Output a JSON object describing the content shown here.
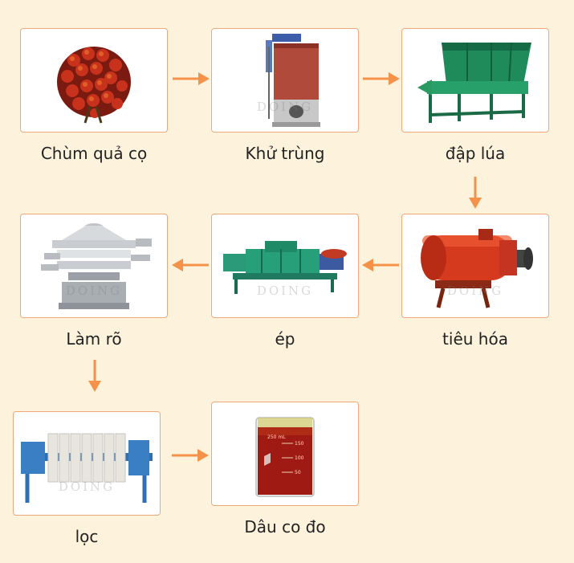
{
  "watermark": "DOING",
  "steps": [
    {
      "id": "palm-fruit-bunch",
      "label": "Chùm quả cọ"
    },
    {
      "id": "sterilizer",
      "label": "Khử trùng"
    },
    {
      "id": "thresher",
      "label": "đập lúa"
    },
    {
      "id": "digester",
      "label": "tiêu hóa"
    },
    {
      "id": "screw-press",
      "label": "ép"
    },
    {
      "id": "vibrating-screen",
      "label": "Làm rõ"
    },
    {
      "id": "filter-press",
      "label": "lọc"
    },
    {
      "id": "crude-oil",
      "label": "Dâu co đo"
    }
  ],
  "beaker_marks": [
    "250 mL",
    "150",
    "100",
    "50"
  ],
  "colors": {
    "arrow": "#f5924a",
    "card_border": "#f0a87a",
    "background": "#fdf3dc"
  }
}
